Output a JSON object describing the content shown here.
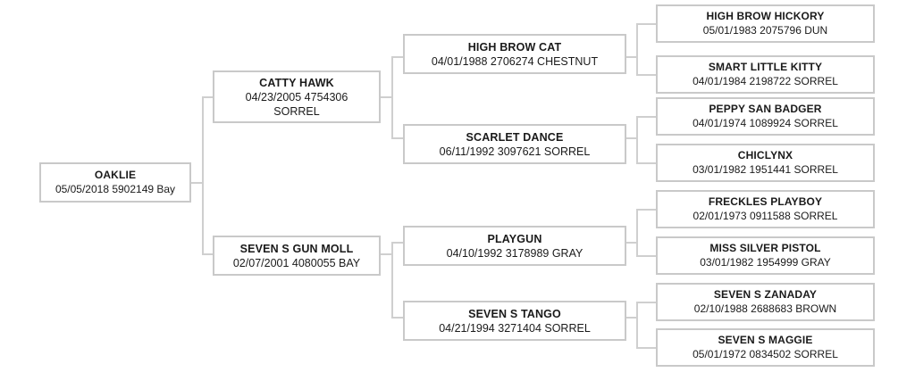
{
  "chart_data": {
    "type": "diagram",
    "title": "Horse Pedigree Chart",
    "generations": 4,
    "colors": {
      "box_border": "#c9c9c9",
      "connector": "#cfcfcf",
      "text": "#1a1a1a",
      "background": "#ffffff"
    }
  },
  "nodes": {
    "subject": {
      "name": "OAKLIE",
      "details": "05/05/2018 5902149 Bay",
      "birth_date": "05/05/2018",
      "registration": "5902149",
      "color": "Bay"
    },
    "sire": {
      "name": "CATTY HAWK",
      "details_line1": "04/23/2005 4754306",
      "details_line2": "SORREL",
      "birth_date": "04/23/2005",
      "registration": "4754306",
      "color": "SORREL"
    },
    "dam": {
      "name": "SEVEN S GUN MOLL",
      "details": "02/07/2001 4080055 BAY",
      "birth_date": "02/07/2001",
      "registration": "4080055",
      "color": "BAY"
    },
    "sire_sire": {
      "name": "HIGH BROW CAT",
      "details": "04/01/1988 2706274 CHESTNUT",
      "birth_date": "04/01/1988",
      "registration": "2706274",
      "color": "CHESTNUT"
    },
    "sire_dam": {
      "name": "SCARLET DANCE",
      "details": "06/11/1992 3097621 SORREL",
      "birth_date": "06/11/1992",
      "registration": "3097621",
      "color": "SORREL"
    },
    "dam_sire": {
      "name": "PLAYGUN",
      "details": "04/10/1992 3178989 GRAY",
      "birth_date": "04/10/1992",
      "registration": "3178989",
      "color": "GRAY"
    },
    "dam_dam": {
      "name": "SEVEN S TANGO",
      "details": "04/21/1994 3271404 SORREL",
      "birth_date": "04/21/1994",
      "registration": "3271404",
      "color": "SORREL"
    },
    "ss_sire": {
      "name": "HIGH BROW HICKORY",
      "details": "05/01/1983 2075796 DUN",
      "birth_date": "05/01/1983",
      "registration": "2075796",
      "color": "DUN"
    },
    "ss_dam": {
      "name": "SMART LITTLE KITTY",
      "details": "04/01/1984 2198722 SORREL",
      "birth_date": "04/01/1984",
      "registration": "2198722",
      "color": "SORREL"
    },
    "sd_sire": {
      "name": "PEPPY SAN BADGER",
      "details": "04/01/1974 1089924 SORREL",
      "birth_date": "04/01/1974",
      "registration": "1089924",
      "color": "SORREL"
    },
    "sd_dam": {
      "name": "CHICLYNX",
      "details": "03/01/1982 1951441 SORREL",
      "birth_date": "03/01/1982",
      "registration": "1951441",
      "color": "SORREL"
    },
    "ds_sire": {
      "name": "FRECKLES PLAYBOY",
      "details": "02/01/1973 0911588 SORREL",
      "birth_date": "02/01/1973",
      "registration": "0911588",
      "color": "SORREL"
    },
    "ds_dam": {
      "name": "MISS SILVER PISTOL",
      "details": "03/01/1982 1954999 GRAY",
      "birth_date": "03/01/1982",
      "registration": "1954999",
      "color": "GRAY"
    },
    "dd_sire": {
      "name": "SEVEN S ZANADAY",
      "details": "02/10/1988 2688683 BROWN",
      "birth_date": "02/10/1988",
      "registration": "2688683",
      "color": "BROWN"
    },
    "dd_dam": {
      "name": "SEVEN S MAGGIE",
      "details": "05/01/1972 0834502 SORREL",
      "birth_date": "05/01/1972",
      "registration": "0834502",
      "color": "SORREL"
    }
  }
}
